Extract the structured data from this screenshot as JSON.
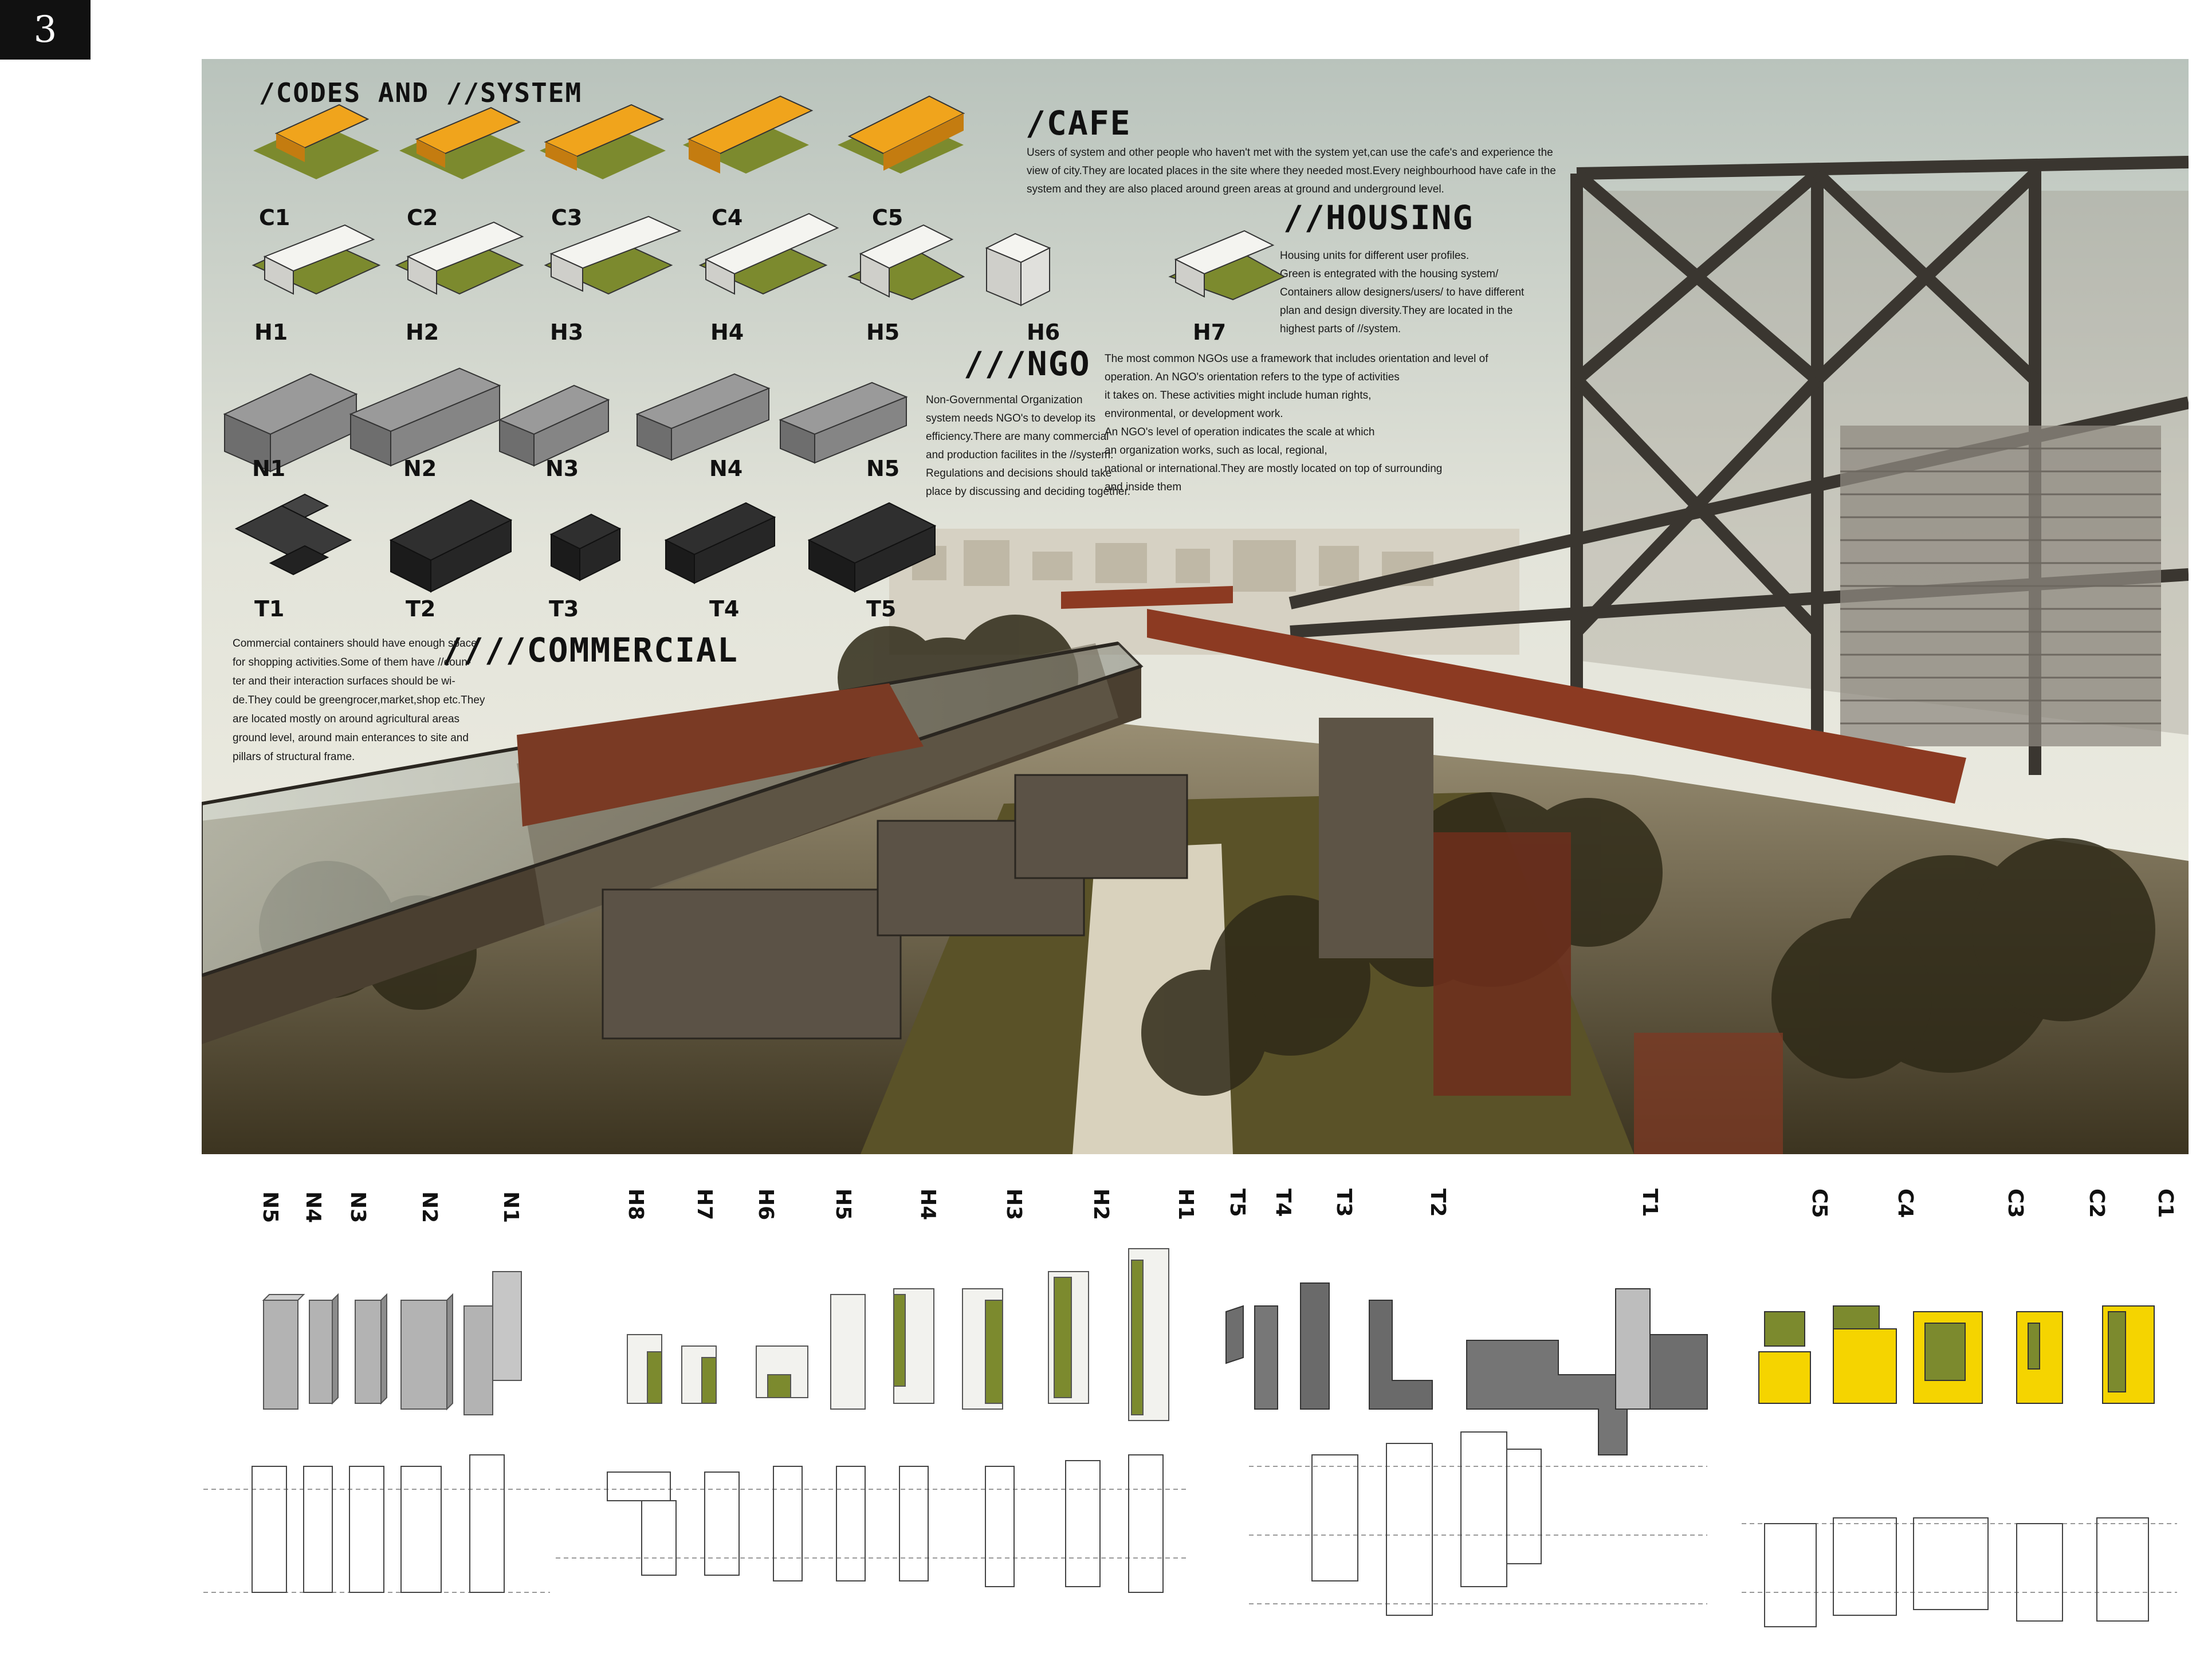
{
  "page_number": "3",
  "titles": {
    "codes": "/CODES AND //SYSTEM",
    "cafe": "/CAFE",
    "housing": "//HOUSING",
    "ngo": "///NGO",
    "commercial": "////COMMERCIAL"
  },
  "texts": {
    "cafe": [
      "Users of system and other people who haven't met with the system yet,can use the cafe's and experience the",
      "view of city.They are located places in the site where they needed most.Every neighbourhood have cafe in the",
      "system and they are also placed around green areas at ground and underground level."
    ],
    "housing": [
      "Housing units for different user profiles.",
      "Green is entegrated with the housing system/",
      "Containers allow designers/users/ to have different",
      "plan and design diversity.They are located in the",
      "highest parts of //system."
    ],
    "ngo_left": [
      "Non-Governmental Organization",
      "system needs NGO's to develop its",
      "efficiency.There are many commercial",
      "and production facilites in the //system.",
      "Regulations and decisions should take",
      "place by discussing and deciding together."
    ],
    "ngo_right": [
      "The most common NGOs use a framework that includes orientation and level of",
      "operation. An NGO's orientation refers to the type of activities",
      " it takes on. These activities might include human rights,",
      "environmental, or development work.",
      " An NGO's level of operation indicates the scale at which",
      "an organization works, such as local, regional,",
      "national or international.They are mostly located on top of surrounding",
      "and inside them"
    ],
    "commercial": [
      "Commercial containers should have enough space",
      "for shopping activities.Some of them have //coun-",
      "ter and their interaction surfaces should be wi-",
      "de.They could be greengrocer,market,shop etc.They",
      "are located mostly on around agricultural areas",
      " ground level, around main enterances to site and",
      "pillars of structural frame."
    ]
  },
  "codes": {
    "cafe": [
      "C1",
      "C2",
      "C3",
      "C4",
      "C5"
    ],
    "housing": [
      "H1",
      "H2",
      "H3",
      "H4",
      "H5",
      "H6",
      "H7"
    ],
    "ngo": [
      "N1",
      "N2",
      "N3",
      "N4",
      "N5"
    ],
    "commercial": [
      "T1",
      "T2",
      "T3",
      "T4",
      "T5"
    ]
  },
  "bottom_labels": {
    "ngo": [
      "N5",
      "N4",
      "N3",
      "N2",
      "N1"
    ],
    "housing": [
      "H8",
      "H7",
      "H6",
      "H5",
      "H4",
      "H3",
      "H2",
      "H1"
    ],
    "commercial": [
      "T5",
      "T4",
      "T3",
      "T2",
      "T1"
    ],
    "cafe": [
      "C5",
      "C4",
      "C3",
      "C2",
      "C1"
    ]
  },
  "colors": {
    "cafe_orange": "#f0a41c",
    "cafe_yellow": "#f5d400",
    "green": "#7c8a2e",
    "rust": "#8c3a22",
    "steel": "#3a3630",
    "sky": "#d9dcd2"
  }
}
